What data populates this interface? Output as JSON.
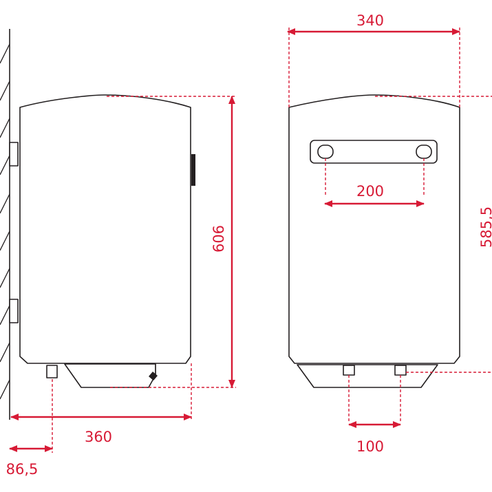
{
  "colors": {
    "dimension": "#d71a35",
    "outline": "#231f20",
    "background": "#ffffff"
  },
  "dimensions": {
    "side_depth": "360",
    "pipe_offset": "86,5",
    "height": "606",
    "front_width": "340",
    "bracket_spacing": "200",
    "pipe_spacing": "100",
    "bracket_height": "585,5"
  }
}
